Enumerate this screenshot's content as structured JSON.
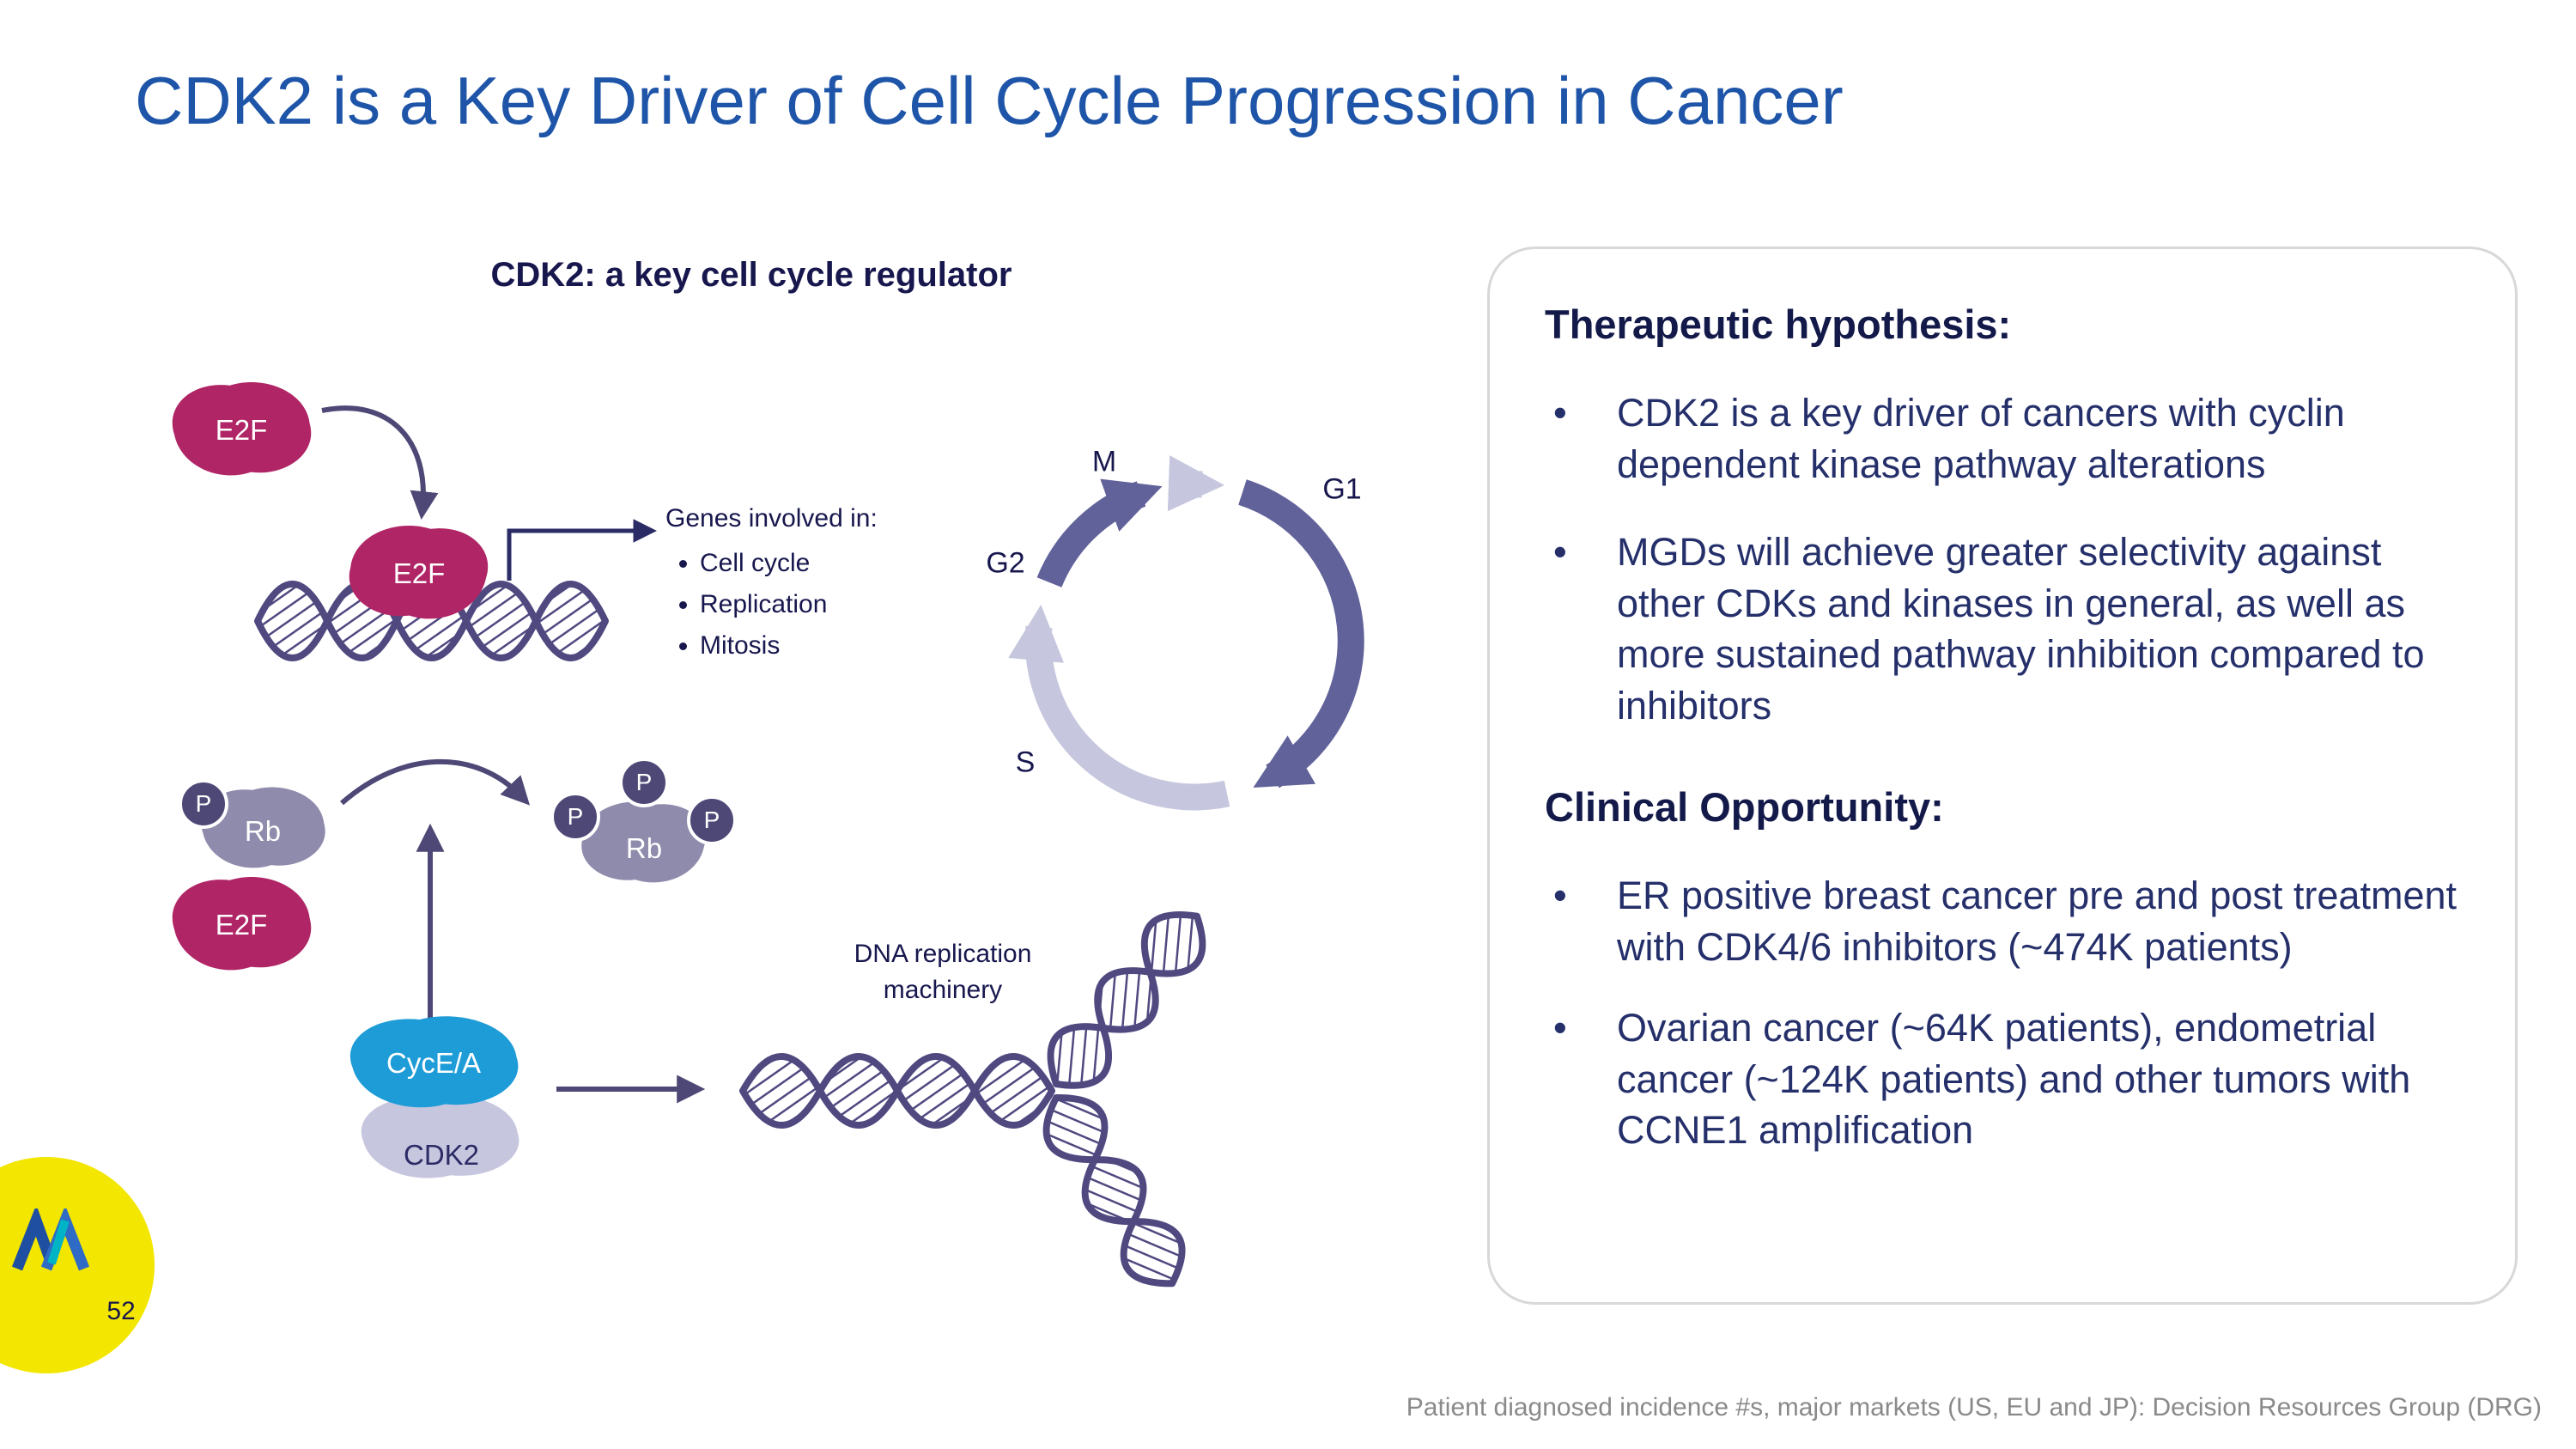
{
  "slide": {
    "title": "CDK2 is a Key Driver of Cell Cycle Progression in Cancer",
    "page_number": "52",
    "footnote": "Patient diagnosed incidence #s, major markets (US, EU and JP): Decision Resources Group (DRG)"
  },
  "diagram": {
    "heading": "CDK2: a key cell cycle regulator",
    "molecules": {
      "e2f": "E2F",
      "rb": "Rb",
      "phospho": "P",
      "cyclin": "CycE/A",
      "cdk2": "CDK2"
    },
    "genes": {
      "intro": "Genes involved in:",
      "items": [
        "Cell cycle",
        "Replication",
        "Mitosis"
      ]
    },
    "phases": {
      "m": "M",
      "g1": "G1",
      "g2": "G2",
      "s": "S"
    },
    "dna_caption": "DNA replication machinery"
  },
  "panel": {
    "heading1": "Therapeutic hypothesis:",
    "bullets1": [
      "CDK2 is a key driver of cancers with cyclin dependent kinase pathway alterations",
      "MGDs will achieve greater selectivity against other CDKs and kinases in general, as well as more sustained pathway inhibition compared to inhibitors"
    ],
    "heading2": "Clinical Opportunity:",
    "bullets2": [
      "ER positive breast cancer pre and post treatment with CDK4/6 inhibitors (~474K patients)",
      "Ovarian cancer (~64K patients), endometrial cancer (~124K patients) and other tumors with CCNE1 amplification"
    ]
  },
  "colors": {
    "title_blue": "#1E55A8",
    "heading_navy": "#131A4A",
    "body_navy": "#25306B",
    "crimson_blob": "#B02566",
    "teal_blob": "#1E9CD7",
    "lavender_blob": "#C7C6DF",
    "rb_blob": "#8F8BAC",
    "phospho_circle": "#4E4876",
    "dna_purple": "#4F4980",
    "arc_dark": "#62629B",
    "arc_light": "#C6C6DE",
    "logo_yellow": "#F3E600",
    "footnote_gray": "#8A8A8A"
  }
}
